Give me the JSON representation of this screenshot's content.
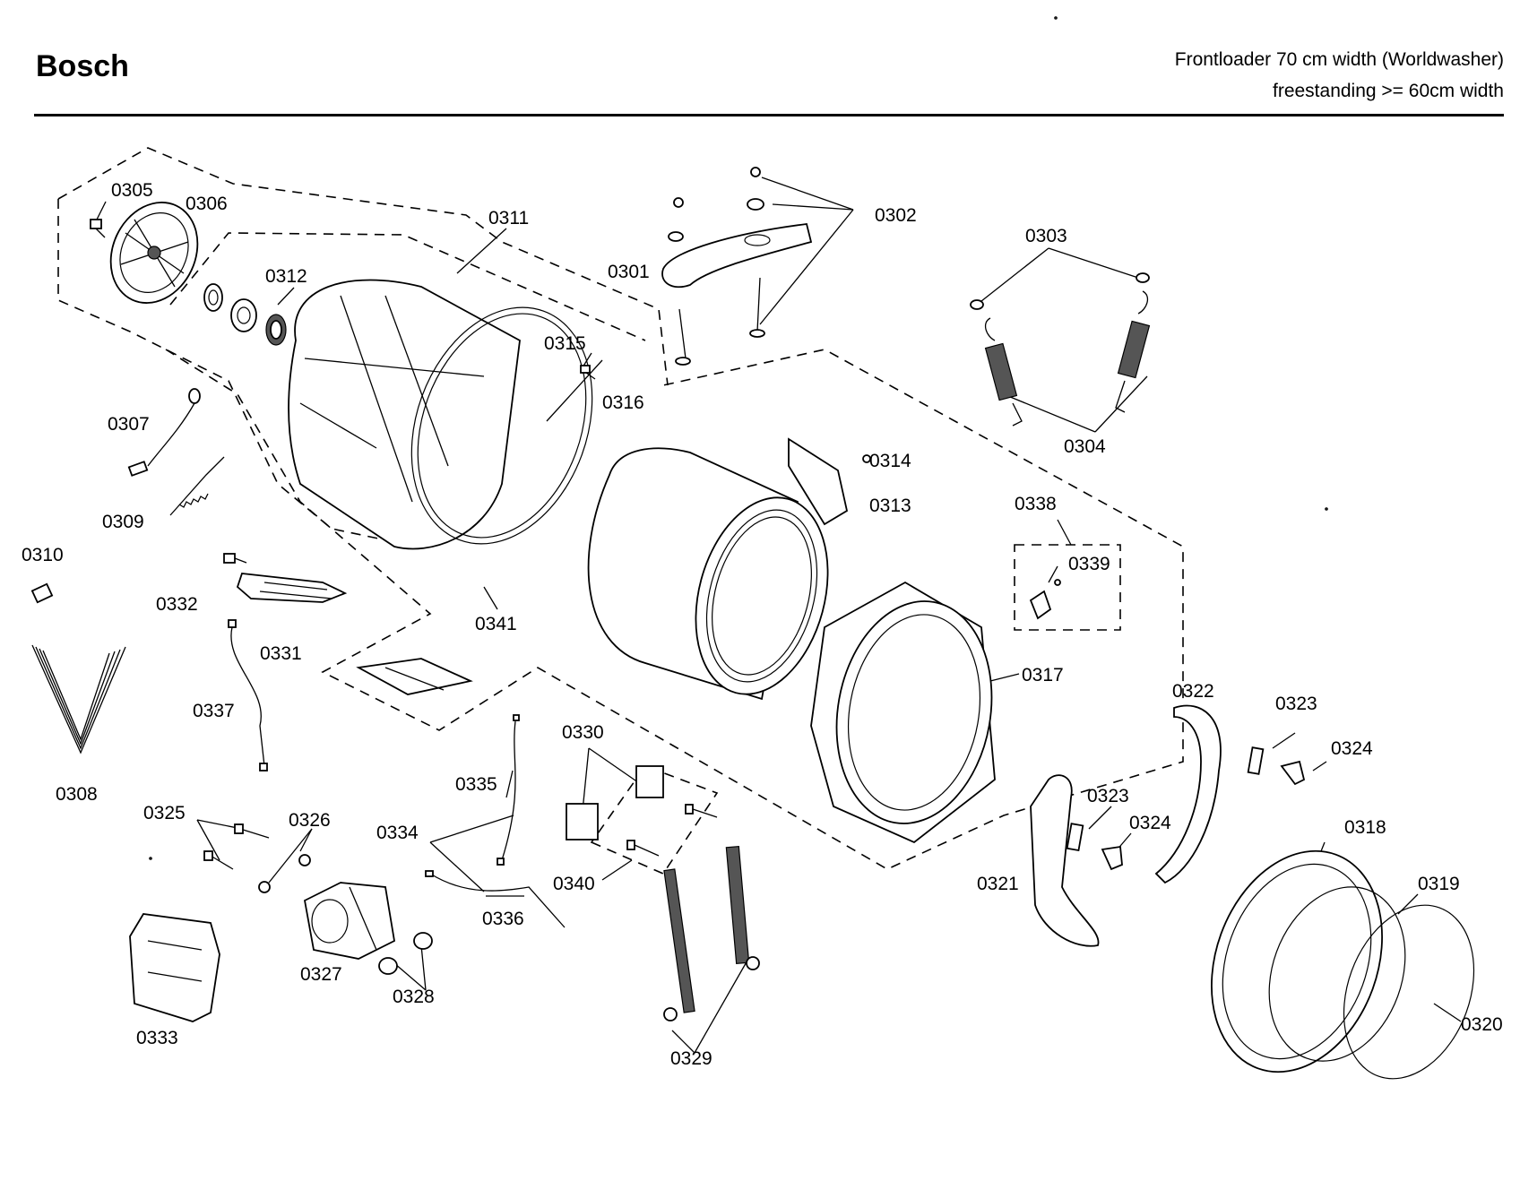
{
  "header": {
    "brand": "Bosch",
    "subtitle_line1": "Frontloader 70 cm width (Worldwasher)",
    "subtitle_line2": "freestanding >= 60cm width"
  },
  "labels": {
    "p0301": "0301",
    "p0302": "0302",
    "p0303": "0303",
    "p0304": "0304",
    "p0305": "0305",
    "p0306": "0306",
    "p0307": "0307",
    "p0308": "0308",
    "p0309": "0309",
    "p0310": "0310",
    "p0311": "0311",
    "p0312": "0312",
    "p0313": "0313",
    "p0314": "0314",
    "p0315": "0315",
    "p0316": "0316",
    "p0317": "0317",
    "p0318": "0318",
    "p0319": "0319",
    "p0320": "0320",
    "p0321": "0321",
    "p0322": "0322",
    "p0323a": "0323",
    "p0323b": "0323",
    "p0324a": "0324",
    "p0324b": "0324",
    "p0325": "0325",
    "p0326": "0326",
    "p0327": "0327",
    "p0328": "0328",
    "p0329": "0329",
    "p0330": "0330",
    "p0331": "0331",
    "p0332": "0332",
    "p0333": "0333",
    "p0334": "0334",
    "p0335": "0335",
    "p0336": "0336",
    "p0337": "0337",
    "p0338": "0338",
    "p0339": "0339",
    "p0340": "0340",
    "p0341": "0341"
  }
}
